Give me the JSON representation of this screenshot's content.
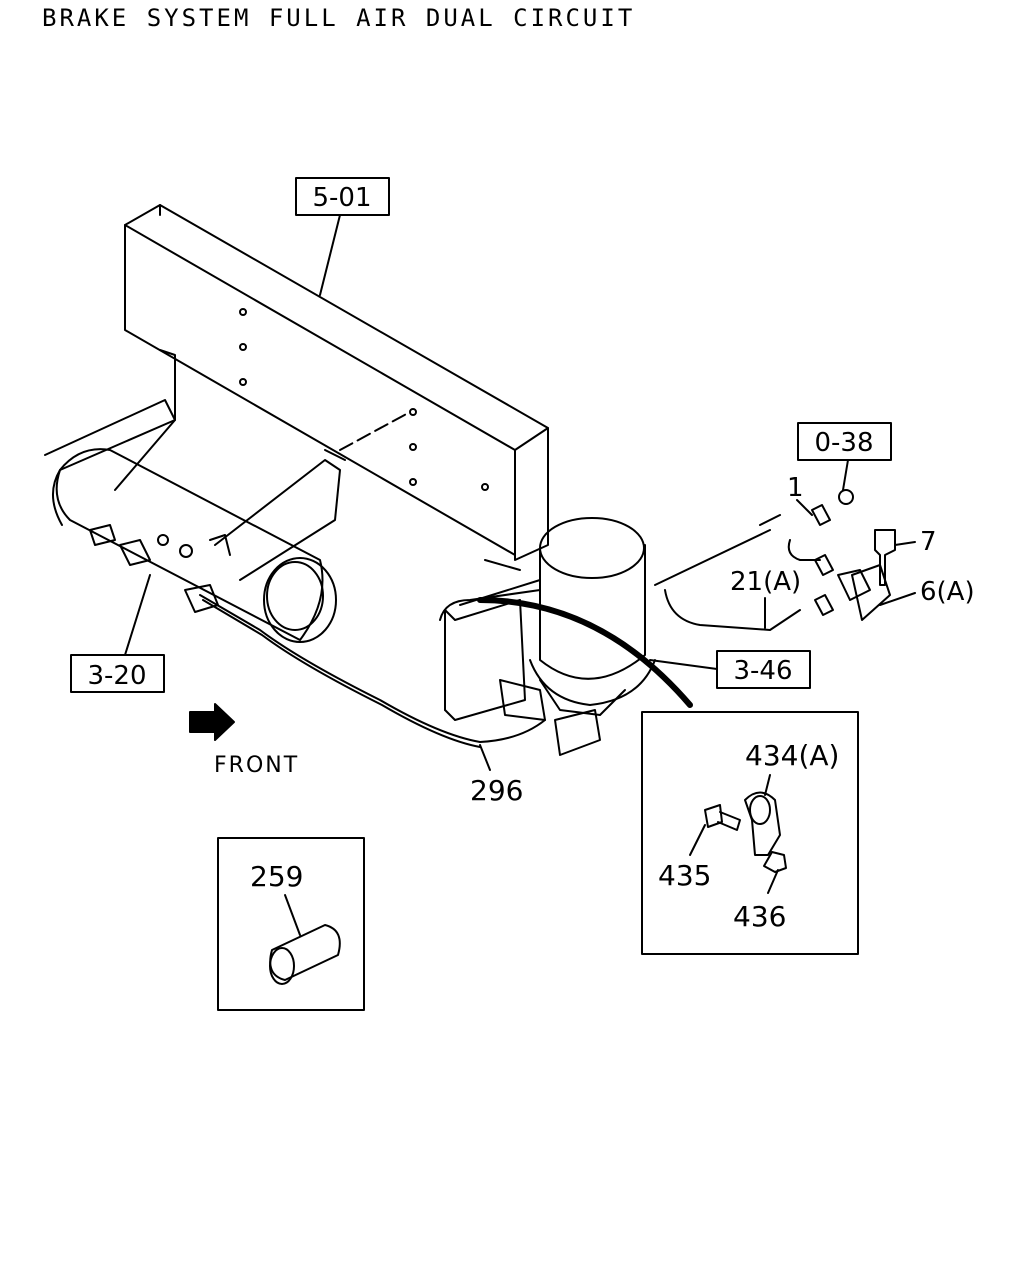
{
  "title": "BRAKE SYSTEM FULL AIR DUAL CIRCUIT",
  "direction_label": "FRONT",
  "boxed_refs": {
    "frame": "5-01",
    "tank": "3-20",
    "dryer": "3-46",
    "nut_group": "0-38"
  },
  "callouts": {
    "pipe": "1",
    "bolt": "7",
    "bracket": "6(A)",
    "hose": "21(A)",
    "line": "296",
    "sleeve": "259",
    "clip": "434(A)",
    "clip_bolt": "435",
    "clip_nut": "436"
  },
  "colors": {
    "line": "#000000",
    "background": "#ffffff"
  }
}
